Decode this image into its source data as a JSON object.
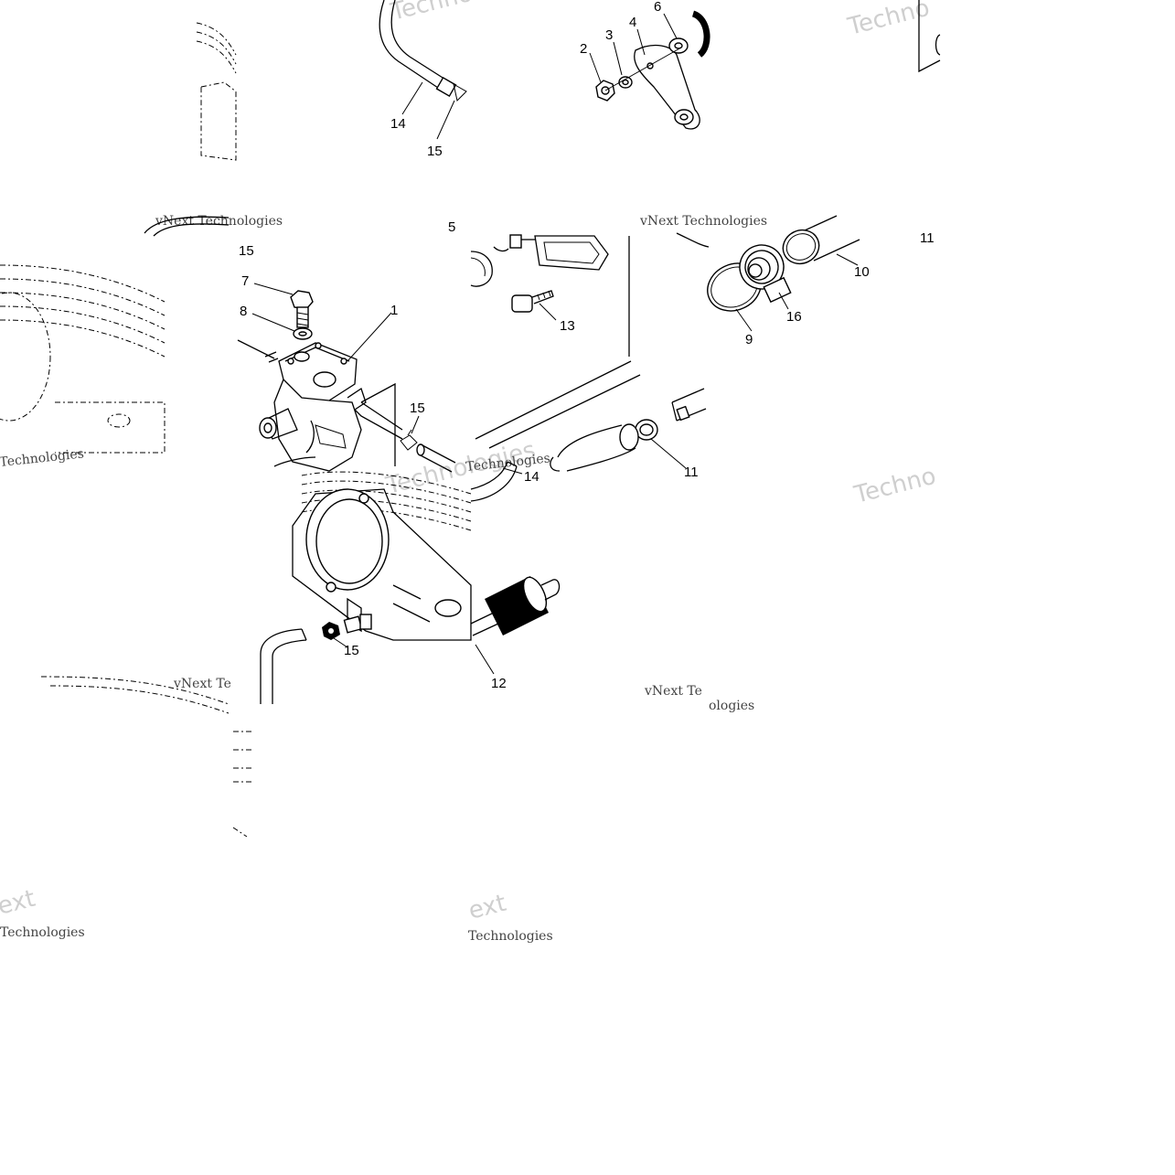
{
  "diagram": {
    "callouts": [
      {
        "id": "c1",
        "text": "1"
      },
      {
        "id": "c2",
        "text": "2"
      },
      {
        "id": "c3",
        "text": "3"
      },
      {
        "id": "c4",
        "text": "4"
      },
      {
        "id": "c5",
        "text": "5"
      },
      {
        "id": "c6",
        "text": "6"
      },
      {
        "id": "c7",
        "text": "7"
      },
      {
        "id": "c8",
        "text": "8"
      },
      {
        "id": "c9",
        "text": "9"
      },
      {
        "id": "c10",
        "text": "10"
      },
      {
        "id": "c11a",
        "text": "11"
      },
      {
        "id": "c11b",
        "text": "11"
      },
      {
        "id": "c12",
        "text": "12"
      },
      {
        "id": "c13",
        "text": "13"
      },
      {
        "id": "c14a",
        "text": "14"
      },
      {
        "id": "c14b",
        "text": "14"
      },
      {
        "id": "c15a",
        "text": "15"
      },
      {
        "id": "c15b",
        "text": "15"
      },
      {
        "id": "c15c",
        "text": "15"
      },
      {
        "id": "c15d",
        "text": "15"
      },
      {
        "id": "c16",
        "text": "16"
      }
    ]
  },
  "watermarks": {
    "brand_a": "Technologies",
    "brand_b": "vNext Technologies",
    "brand_c": "vNext",
    "brand_d": "Technologies",
    "brand_e": "Techno",
    "brand_f": "ext",
    "brand_g": "vNext Te",
    "brand_h": "ologies"
  }
}
